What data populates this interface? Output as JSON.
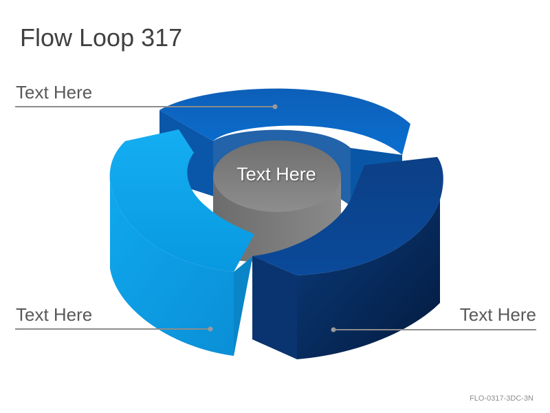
{
  "slide": {
    "title": "Flow Loop 317",
    "center_label": "Text Here",
    "footer_code": "FLO-0317-3DC-3N"
  },
  "segments": [
    {
      "label": "Text Here",
      "color": "#0a63c2"
    },
    {
      "label": "Text Here",
      "color": "#0fa9f0"
    },
    {
      "label": "Text Here",
      "color": "#0b3c82"
    }
  ],
  "colors": {
    "title_text": "#404040",
    "label_text": "#595959",
    "leader_line": "#8c8c8c",
    "hub": "#7a7a7a"
  }
}
